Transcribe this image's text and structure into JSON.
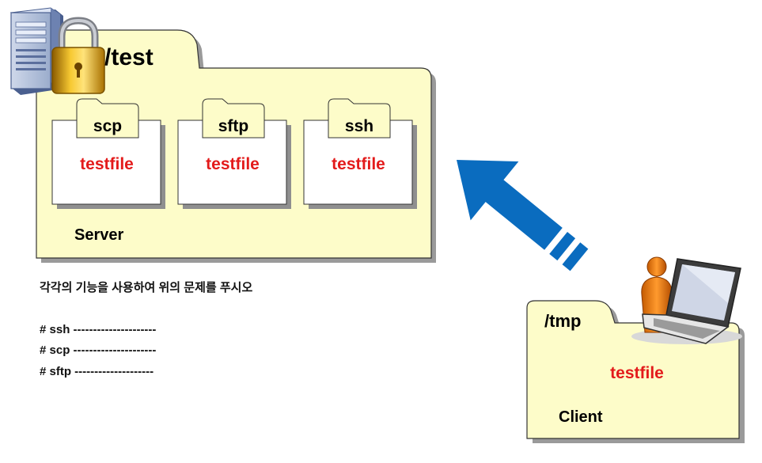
{
  "server": {
    "folder_name": "/test",
    "label": "Server",
    "subfolders": [
      {
        "name": "scp",
        "file": "testfile"
      },
      {
        "name": "sftp",
        "file": "testfile"
      },
      {
        "name": "ssh",
        "file": "testfile"
      }
    ]
  },
  "client": {
    "folder_name": "/tmp",
    "label": "Client",
    "file": "testfile"
  },
  "instructions": {
    "prompt": "각각의 기능을 사용하여 위의 문제를 푸시오",
    "lines": [
      "# ssh ---------------------",
      "# scp ---------------------",
      "# sftp --------------------"
    ]
  },
  "icons": {
    "server": "locked-server-icon",
    "client": "user-laptop-icon",
    "arrow": "upload-arrow-icon"
  },
  "colors": {
    "folder_fill": "#fdfcc9",
    "file_text": "#e31b1b",
    "arrow": "#0a6cbf"
  }
}
